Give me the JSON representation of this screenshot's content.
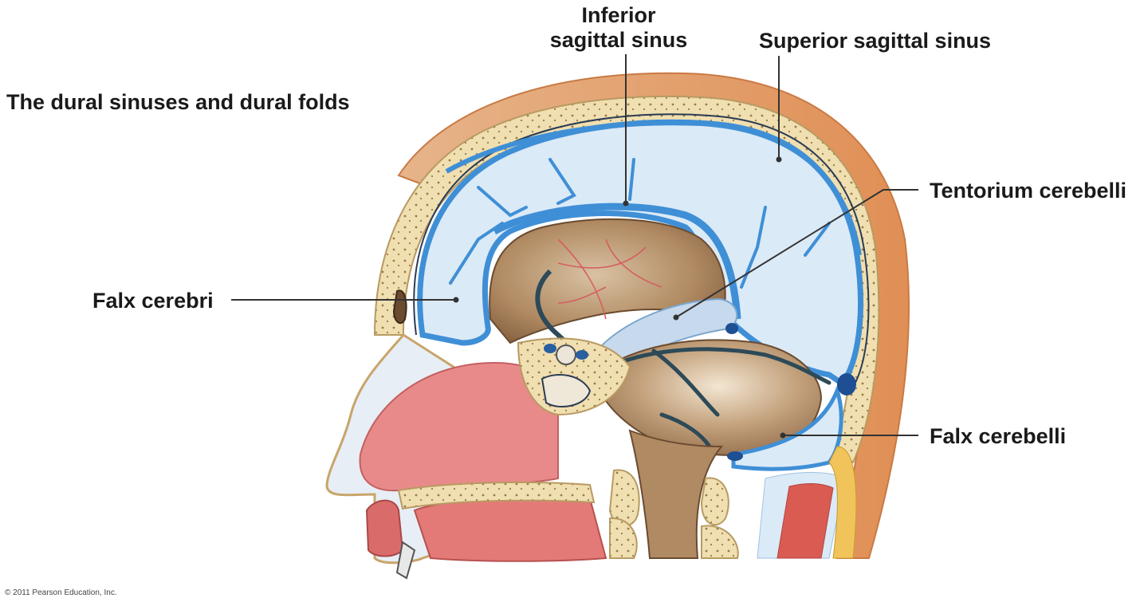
{
  "title": "The dural sinuses and dural folds",
  "labels": {
    "inferior_sagittal_sinus": {
      "line1": "Inferior",
      "line2": "sagittal sinus"
    },
    "superior_sagittal_sinus": "Superior sagittal sinus",
    "tentorium_cerebelli": "Tentorium cerebelli",
    "falx_cerebri": "Falx cerebri",
    "falx_cerebelli": "Falx cerebelli"
  },
  "copyright": "© 2011 Pearson Education, Inc.",
  "colors": {
    "skin": "#e9a36d",
    "bone": "#f0dfb0",
    "dura_blue": "#3f8fd6",
    "falx_light": "#dbeaf7",
    "brain_cavity": "#b08a62",
    "nasal_pink": "#e98a8a",
    "muscle_red": "#d95b52",
    "leader_line": "#333333"
  }
}
